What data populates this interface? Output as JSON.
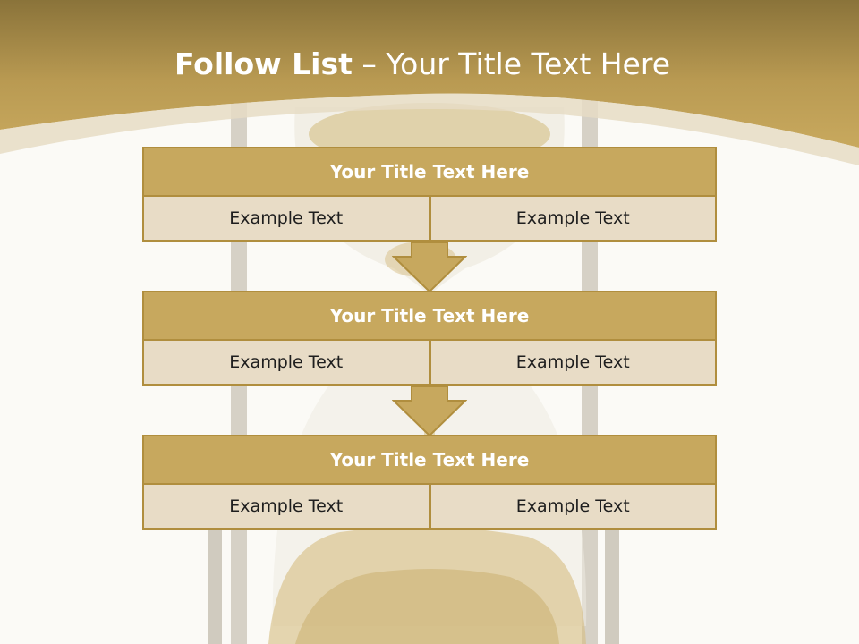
{
  "slide": {
    "title_bold": "Follow List",
    "title_rest": "– Your Title Text Here"
  },
  "steps": [
    {
      "title": "Your Title Text Here",
      "left": "Example Text",
      "right": "Example Text"
    },
    {
      "title": "Your Title Text Here",
      "left": "Example Text",
      "right": "Example Text"
    },
    {
      "title": "Your Title Text Here",
      "left": "Example Text",
      "right": "Example Text"
    }
  ],
  "colors": {
    "header_gold": "#c7a85e",
    "border_gold": "#b08e3e",
    "cell_beige": "#e8dcc6",
    "background": "#fbfaf6"
  },
  "background_image": "hourglass-with-dollar-signs"
}
